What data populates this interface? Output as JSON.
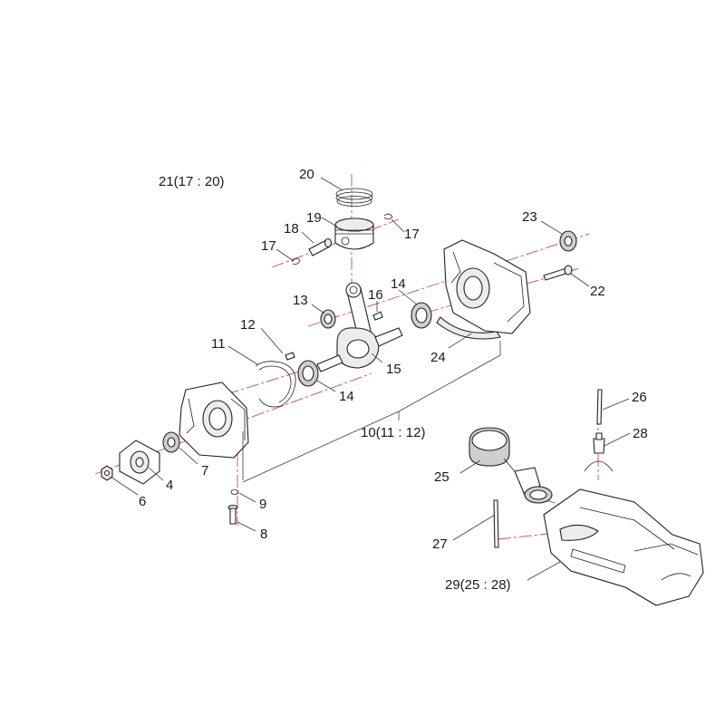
{
  "labels": {
    "l21": "21(17 : 20)",
    "l20": "20",
    "l19": "19",
    "l18": "18",
    "l17a": "17",
    "l17b": "17",
    "l16": "16",
    "l13": "13",
    "l14a": "14",
    "l14b": "14",
    "l15": "15",
    "l12": "12",
    "l11": "11",
    "l23": "23",
    "l22": "22",
    "l24": "24",
    "l10": "10(11 : 12)",
    "l7": "7",
    "l4": "4",
    "l6": "6",
    "l9": "9",
    "l8": "8",
    "l26": "26",
    "l28": "28",
    "l25": "25",
    "l27": "27",
    "l29": "29(25 : 28)"
  }
}
